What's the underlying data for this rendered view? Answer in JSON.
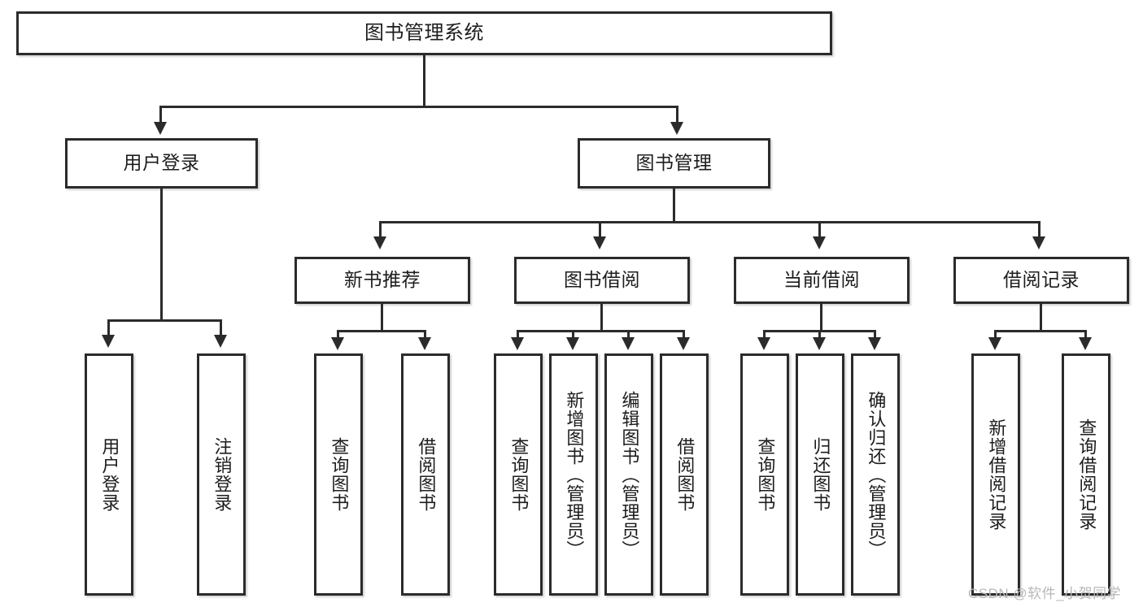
{
  "diagram": {
    "title": "图书管理系统",
    "type": "tree",
    "watermark": "CSDN @软件_小贺同学",
    "colors": {
      "stroke": "#2b2b2b",
      "fill": "#ffffff",
      "text": "#1d1d1d",
      "watermark": "#b8b8b8"
    },
    "levels": {
      "root": {
        "label": "图书管理系统"
      },
      "level2": [
        {
          "label": "用户登录"
        },
        {
          "label": "图书管理"
        }
      ],
      "level3": [
        {
          "label": "新书推荐"
        },
        {
          "label": "图书借阅"
        },
        {
          "label": "当前借阅"
        },
        {
          "label": "借阅记录"
        }
      ],
      "leaves": {
        "user_login": [
          {
            "label": "用户登录"
          },
          {
            "label": "注销登录"
          }
        ],
        "new_book_recommend": [
          {
            "label": "查询图书"
          },
          {
            "label": "借阅图书"
          }
        ],
        "book_borrow": [
          {
            "label": "查询图书"
          },
          {
            "label": "新增图书（管理员）"
          },
          {
            "label": "编辑图书（管理员）"
          },
          {
            "label": "借阅图书"
          }
        ],
        "current_borrow": [
          {
            "label": "查询图书"
          },
          {
            "label": "归还图书"
          },
          {
            "label": "确认归还（管理员）"
          }
        ],
        "borrow_record": [
          {
            "label": "新增借阅记录"
          },
          {
            "label": "查询借阅记录"
          }
        ]
      }
    }
  }
}
